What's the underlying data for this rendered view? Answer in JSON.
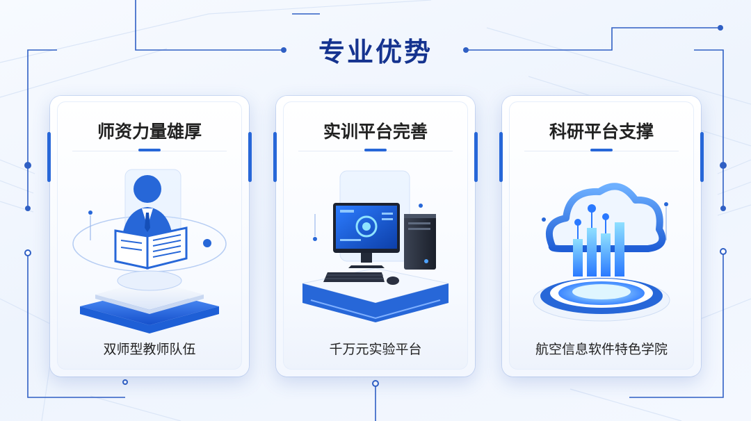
{
  "header": {
    "title": "专业优势"
  },
  "cards": [
    {
      "title": "师资力量雄厚",
      "caption": "双师型教师队伍",
      "icon": "teacher-reading-icon"
    },
    {
      "title": "实训平台完善",
      "caption": "千万元实验平台",
      "icon": "computer-workstation-icon"
    },
    {
      "title": "科研平台支撑",
      "caption": "航空信息软件特色学院",
      "icon": "cloud-chart-icon"
    }
  ],
  "colors": {
    "accent": "#2767d8",
    "title": "#15338f",
    "text": "#222222",
    "background": "#f4f8ff"
  }
}
